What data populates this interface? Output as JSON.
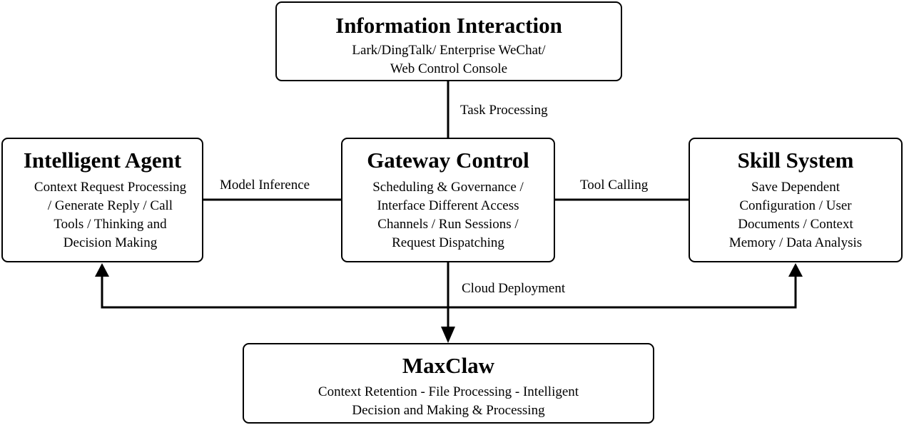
{
  "nodes": {
    "info": {
      "title": "Information Interaction",
      "lines": [
        "Lark/DingTalk/ Enterprise WeChat/",
        "Web Control Console"
      ]
    },
    "agent": {
      "title": "Intelligent Agent",
      "lines": [
        "Context Request Processing",
        "/ Generate Reply / Call",
        "Tools / Thinking and",
        "Decision Making"
      ]
    },
    "gateway": {
      "title": "Gateway Control",
      "lines": [
        "Scheduling & Governance /",
        "Interface Different Access",
        "Channels / Run Sessions /",
        "Request Dispatching"
      ]
    },
    "skill": {
      "title": "Skill System",
      "lines": [
        "Save Dependent",
        "Configuration / User",
        "Documents / Context",
        "Memory / Data Analysis"
      ]
    },
    "maxclaw": {
      "title": "MaxClaw",
      "lines": [
        "Context Retention - File Processing - Intelligent",
        "Decision and Making & Processing"
      ]
    }
  },
  "edges": {
    "task_processing": "Task Processing",
    "model_inference": "Model Inference",
    "tool_calling": "Tool Calling",
    "cloud_deployment": "Cloud Deployment"
  }
}
